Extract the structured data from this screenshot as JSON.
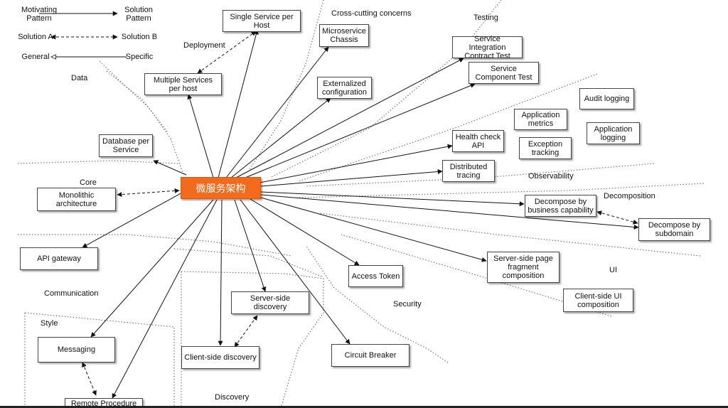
{
  "center": "微服务架构",
  "legend": {
    "motivating": "Motivating\nPattern",
    "solution": "Solution\nPattern",
    "solution_a": "Solution A",
    "solution_b": "Solution B",
    "general": "General",
    "specific": "Specific"
  },
  "regions": {
    "data": "Data",
    "deployment": "Deployment",
    "cross_cutting": "Cross-cutting concerns",
    "testing": "Testing",
    "core": "Core",
    "observability": "Observability",
    "decomposition": "Decomposition",
    "ui": "UI",
    "communication": "Communication",
    "style": "Style",
    "security": "Security",
    "discovery": "Discovery"
  },
  "nodes": {
    "single_service_per_host": "Single Service per\nHost",
    "multiple_services_per_host": "Multiple Services\nper host",
    "microservice_chassis": "Microservice\nChassis",
    "externalized_configuration": "Externalized\nconfiguration",
    "service_integration_contract_test": "Service Integration\nContract Test",
    "service_component_test": "Service\nComponent Test",
    "audit_logging": "Audit logging",
    "application_metrics": "Application\nmetrics",
    "application_logging": "Application\nlogging",
    "health_check_api": "Health check\nAPI",
    "exception_tracking": "Exception\ntracking",
    "distributed_tracing": "Distributed\ntracing",
    "database_per_service": "Database per\nService",
    "monolithic_architecture": "Monolithic\narchitecture",
    "decompose_by_business_capability": "Decompose by\nbusiness capability",
    "decompose_by_subdomain": "Decompose by\nsubdomain",
    "api_gateway": "API gateway",
    "server_side_page_fragment": "Server-side page\nfragment\ncomposition",
    "access_token": "Access Token",
    "client_side_ui_composition": "Client-side  UI\ncomposition",
    "server_side_discovery": "Server-side\ndiscovery",
    "client_side_discovery": "Client-side discovery",
    "circuit_breaker": "Circuit Breaker",
    "messaging": "Messaging",
    "remote_procedure": "Remote Procedure"
  }
}
